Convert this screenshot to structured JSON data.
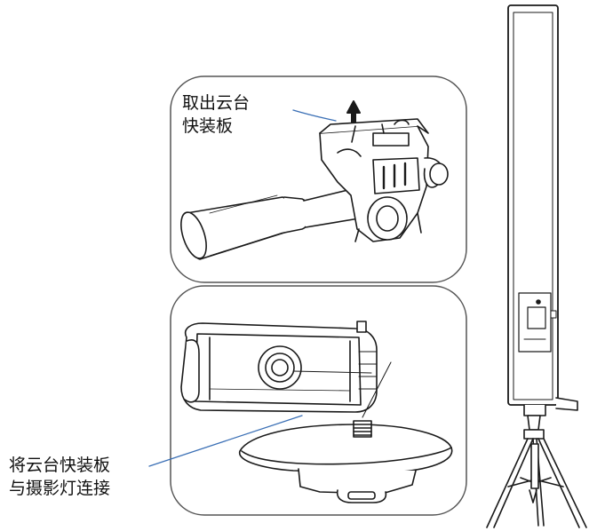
{
  "callouts": {
    "top": {
      "line1": "取出云台",
      "line2": "快装板"
    },
    "bottom": {
      "line1": "将云台快装板",
      "line2": "与摄影灯连接"
    }
  },
  "colors": {
    "stroke": "#1a1a1a",
    "panel_border": "#555555",
    "leader_line": "#3a6fb5",
    "fill": "#ffffff"
  },
  "icons": [
    "up-arrow-icon"
  ]
}
